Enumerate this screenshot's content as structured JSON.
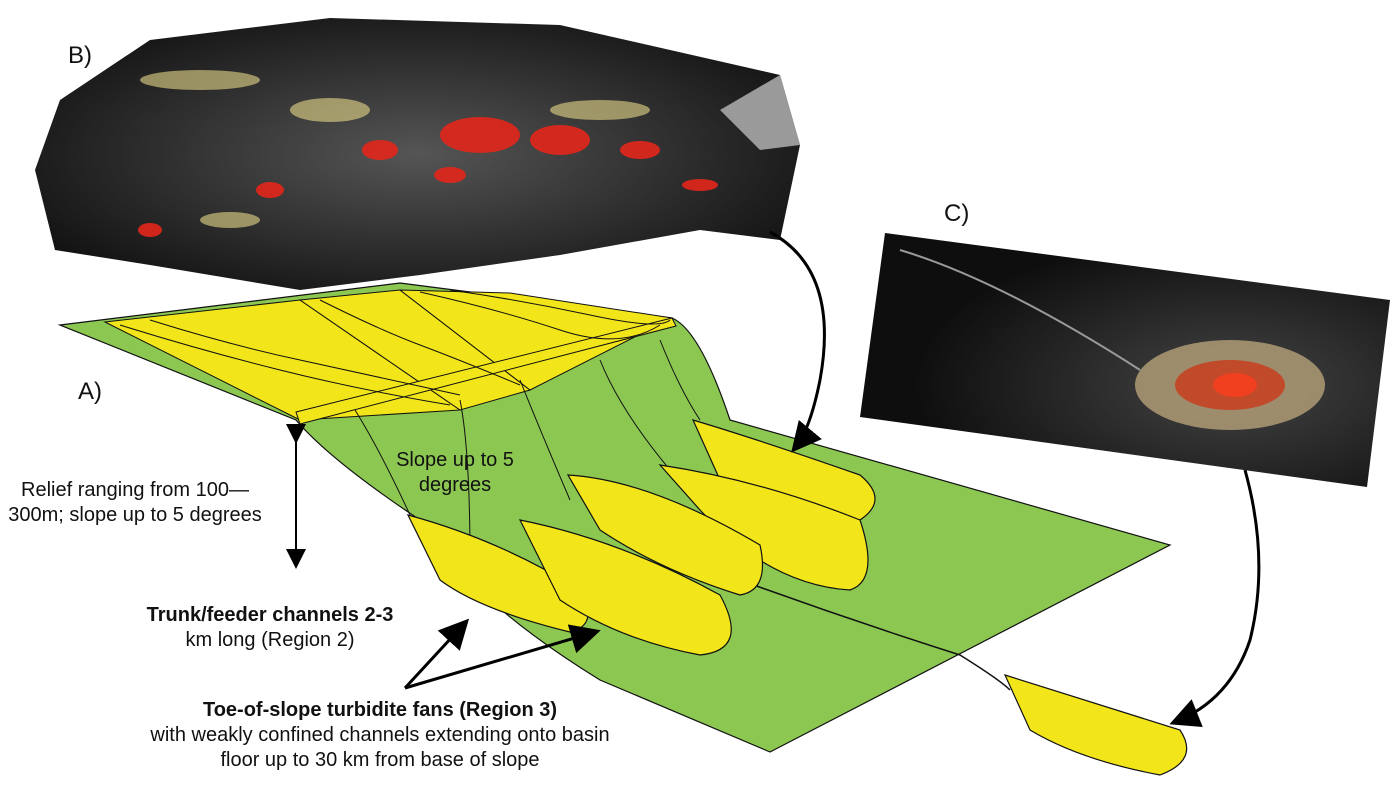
{
  "panels": {
    "a": "A)",
    "b": "B)",
    "c": "C)"
  },
  "labels": {
    "slope": [
      "Slope up to 5",
      "degrees"
    ],
    "relief": [
      "Relief ranging from 100—",
      "300m; slope up to 5 degrees"
    ],
    "trunk_bold": "Trunk/feeder channels 2-3",
    "trunk_rest": "km long (Region 2)",
    "toe_bold": "Toe-of-slope turbidite fans (Region 3)",
    "toe_rest": [
      "with weakly confined channels extending onto basin",
      "floor up to 30 km from base of slope"
    ]
  },
  "colors": {
    "green": "#8cc752",
    "yellow": "#f2e51a",
    "red": "#e3261b",
    "dark": "#151515"
  }
}
